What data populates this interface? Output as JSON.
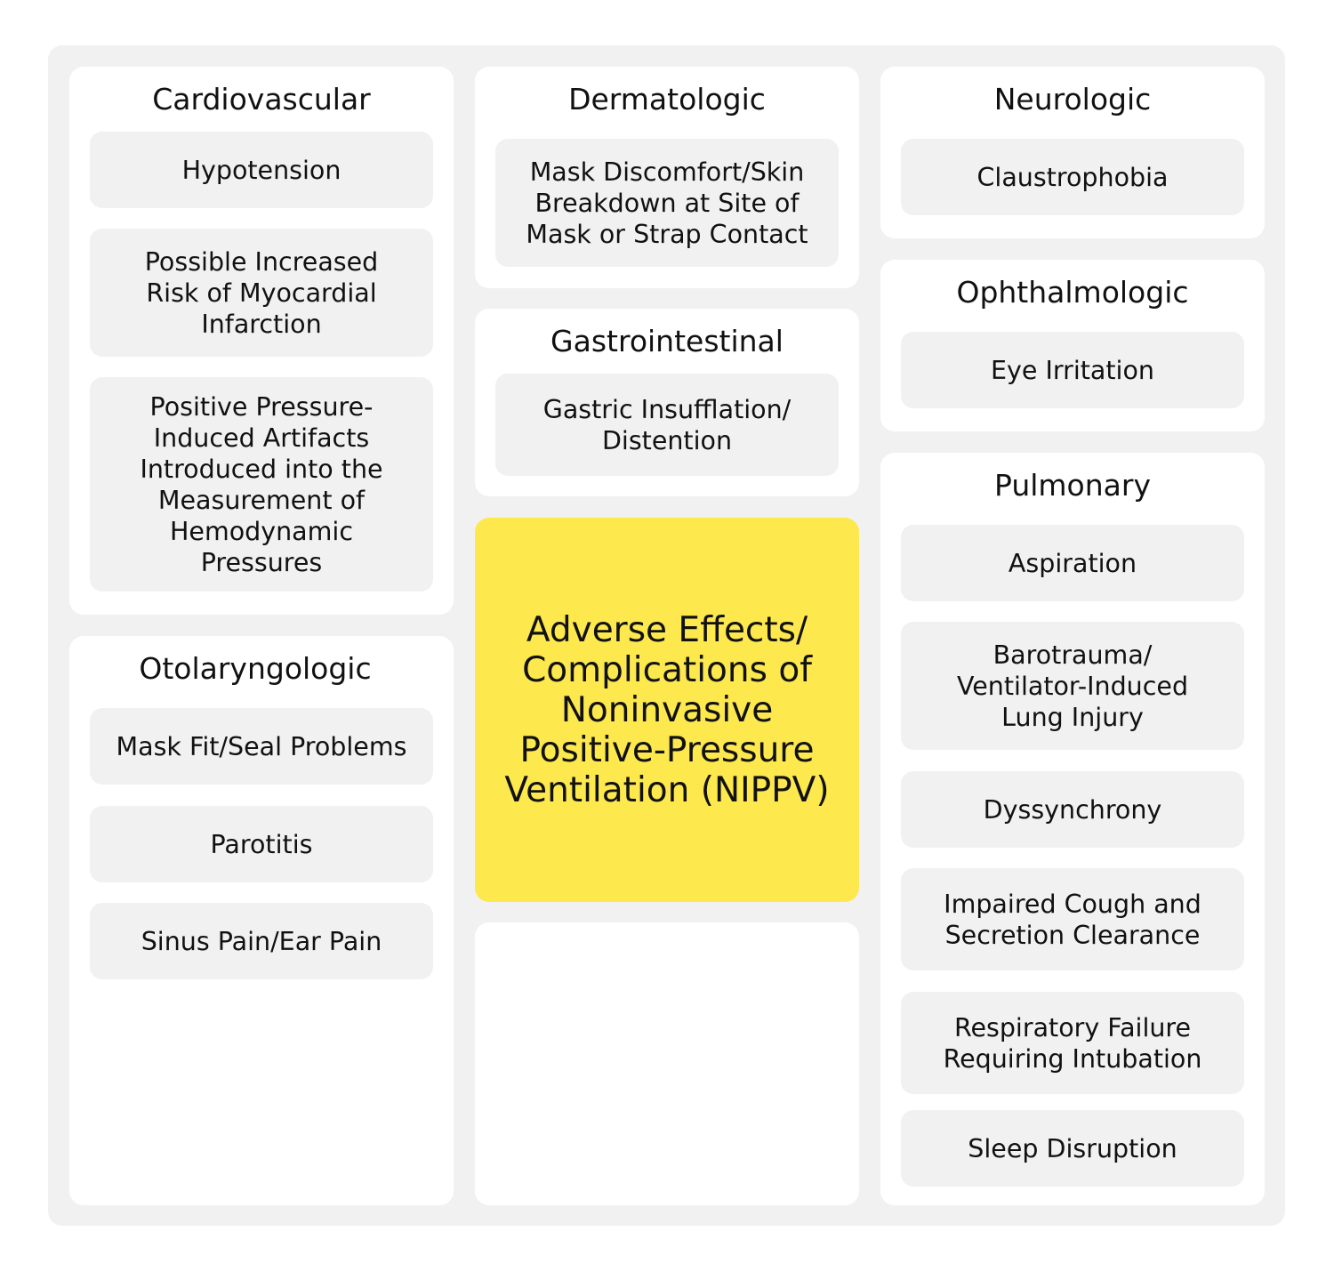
{
  "colors": {
    "background": "#ffffff",
    "frame": "#f1f1f1",
    "panel": "#ffffff",
    "item": "#f1f1f1",
    "center_highlight": "#fde84d",
    "text": "#111111"
  },
  "center": {
    "title": "Adverse Effects/ Complications of Noninvasive Positive-Pressure Ventilation (NIPPV)"
  },
  "categories": {
    "cardiovascular": {
      "title": "Cardiovascular",
      "items": [
        "Hypotension",
        "Possible Increased Risk of Myocardial Infarction",
        "Positive Pressure-Induced Artifacts Introduced into the Measurement of Hemodynamic Pressures"
      ]
    },
    "otolaryngologic": {
      "title": "Otolaryngologic",
      "items": [
        "Mask Fit/Seal Problems",
        "Parotitis",
        "Sinus Pain/Ear Pain"
      ]
    },
    "dermatologic": {
      "title": "Dermatologic",
      "items": [
        "Mask Discomfort/Skin Breakdown at Site of Mask or Strap Contact"
      ]
    },
    "gastrointestinal": {
      "title": "Gastrointestinal",
      "items": [
        "Gastric Insufflation/ Distention"
      ]
    },
    "neurologic": {
      "title": "Neurologic",
      "items": [
        "Claustrophobia"
      ]
    },
    "ophthalmologic": {
      "title": "Ophthalmologic",
      "items": [
        "Eye Irritation"
      ]
    },
    "pulmonary": {
      "title": "Pulmonary",
      "items": [
        "Aspiration",
        "Barotrauma/ Ventilator-Induced Lung Injury",
        "Dyssynchrony",
        "Impaired Cough and Secretion Clearance",
        "Respiratory Failure Requiring Intubation",
        "Sleep Disruption"
      ]
    }
  }
}
